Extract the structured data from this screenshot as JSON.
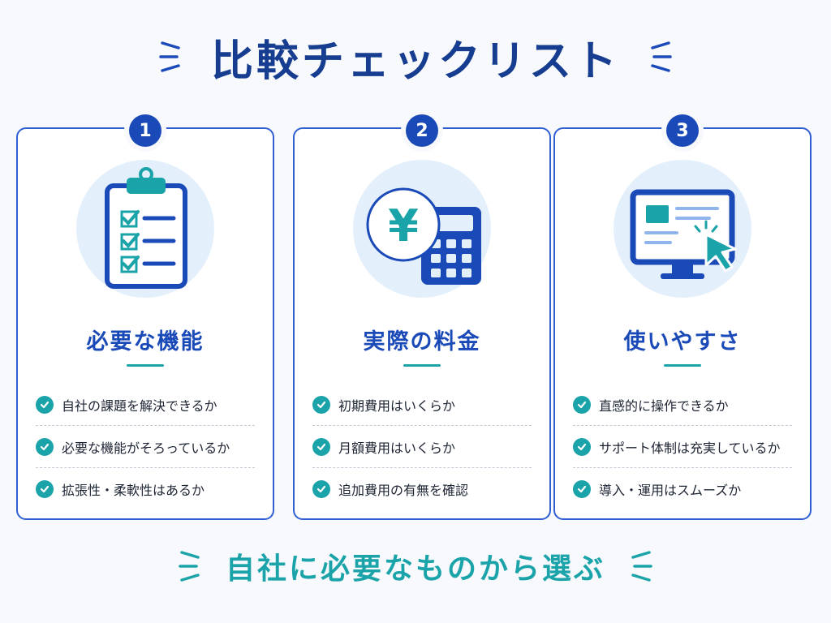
{
  "title": "比較チェックリスト",
  "cards": [
    {
      "number": "1",
      "title": "必要な機能",
      "icon": "clipboard-checklist-icon",
      "items": [
        "自社の課題を解決できるか",
        "必要な機能がそろっているか",
        "拡張性・柔軟性はあるか"
      ]
    },
    {
      "number": "2",
      "title": "実際の料金",
      "icon": "yen-calculator-icon",
      "items": [
        "初期費用はいくらか",
        "月額費用はいくらか",
        "追加費用の有無を確認"
      ]
    },
    {
      "number": "3",
      "title": "使いやすさ",
      "icon": "monitor-cursor-icon",
      "items": [
        "直感的に操作できるか",
        "サポート体制は充実しているか",
        "導入・運用はスムーズか"
      ]
    }
  ],
  "conclusion": "自社に必要なものから選ぶ",
  "colors": {
    "primary": "#1a49b8",
    "title": "#163d8f",
    "accent": "#1aa3a9",
    "illustration_bg": "#e3f0fb"
  }
}
